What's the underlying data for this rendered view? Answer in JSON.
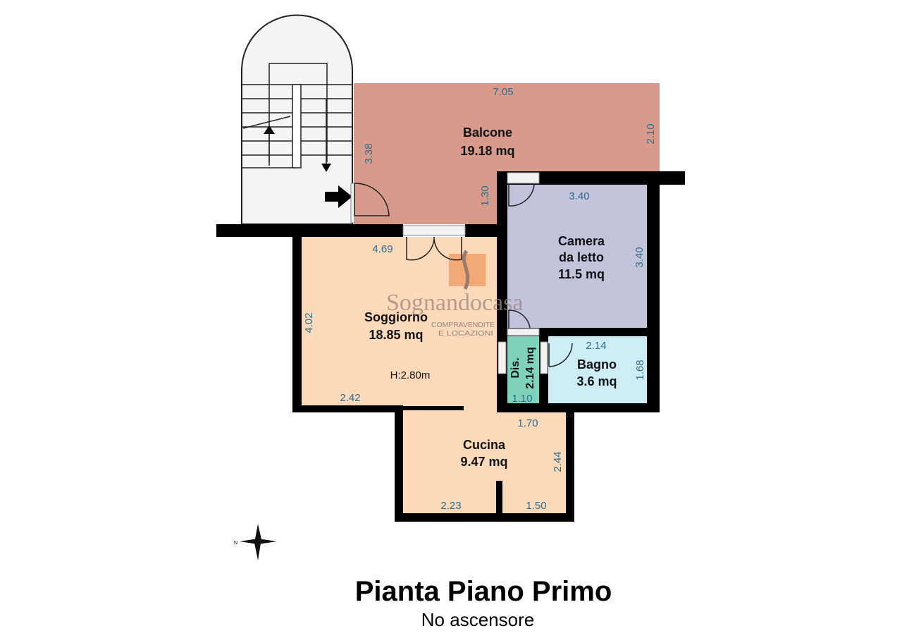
{
  "rooms": {
    "balcone": {
      "name": "Balcone",
      "area": "19.18 mq",
      "dims": [
        "7.05",
        "2.10",
        "3.38",
        "1.30"
      ]
    },
    "camera": {
      "name1": "Camera",
      "name2": "da letto",
      "area": "11.5 mq",
      "dims": [
        "3.40",
        "3.40"
      ]
    },
    "soggiorno": {
      "name": "Soggiorno",
      "area": "18.85 mq",
      "height": "H:2.80m",
      "dims": [
        "4.69",
        "4.02",
        "2.42"
      ]
    },
    "dis": {
      "name": "Dis.",
      "area": "2.14 mq",
      "dims": [
        "1.10"
      ]
    },
    "bagno": {
      "name": "Bagno",
      "area": "3.6 mq",
      "dims": [
        "2.14",
        "1.68"
      ]
    },
    "cucina": {
      "name": "Cucina",
      "area": "9.47 mq",
      "dims": [
        "1.70",
        "2.44",
        "2.23",
        "1.50"
      ]
    }
  },
  "watermark": {
    "brand": "Sognandocasa",
    "line1": "COMPRAVENDITE",
    "line2": "E LOCAZIONI"
  },
  "compass": {
    "label": "N"
  },
  "title": "Pianta Piano Primo",
  "subtitle": "No ascensore",
  "colors": {
    "balcone": "#d89a8a",
    "soggiorno": "#fcd9b8",
    "camera": "#c3c3dc",
    "dis": "#7fd3ba",
    "bagno": "#cbedf3",
    "walls": "#000000",
    "dims": "#2f6e8e",
    "logo": "#f0a068"
  }
}
